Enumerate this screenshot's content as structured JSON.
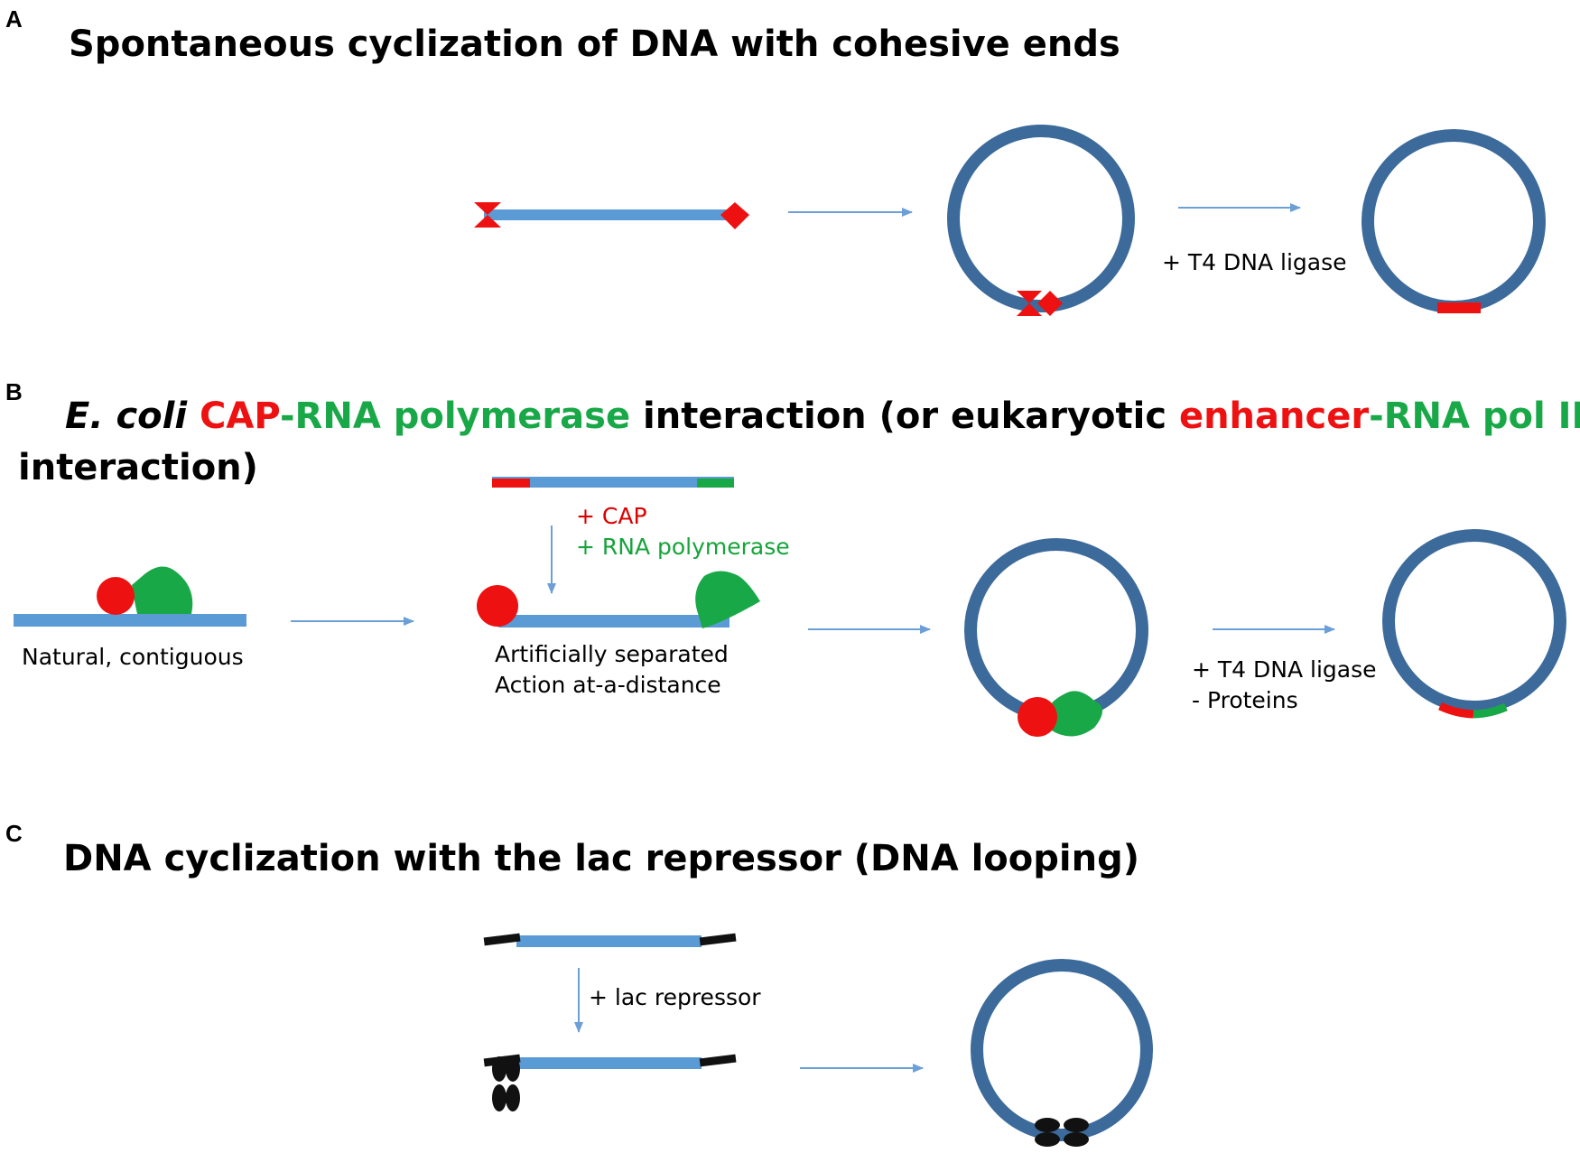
{
  "panel_a": {
    "letter": "A",
    "title": "Spontaneous cyclization of DNA with cohesive ends",
    "ligase_label": "+ T4 DNA ligase"
  },
  "panel_b": {
    "letter": "B",
    "title_parts": [
      "E. coli",
      " ",
      "CAP",
      "-",
      "RNA polymerase",
      " interaction (or eukaryotic ",
      "enhancer",
      "-",
      "RNA pol II"
    ],
    "title_line2": "interaction)",
    "cap_label": "+ CAP",
    "rnap_label": "+ RNA polymerase",
    "natural_label": "Natural, contiguous",
    "artificial_label": "Artificially separated",
    "action_label": "Action at-a-distance",
    "ligase_label": "+ T4 DNA ligase",
    "proteins_label": "-  Proteins"
  },
  "panel_c": {
    "letter": "C",
    "title": "DNA cyclization with the lac repressor (DNA looping)",
    "repressor_label": "+ lac repressor"
  },
  "colors": {
    "dna_fill": "#5b9bd5",
    "ring": "#3c6a9b",
    "arrow": "#6b9fd6",
    "red": "#ee1111",
    "green": "#19a847",
    "black": "#111111"
  }
}
